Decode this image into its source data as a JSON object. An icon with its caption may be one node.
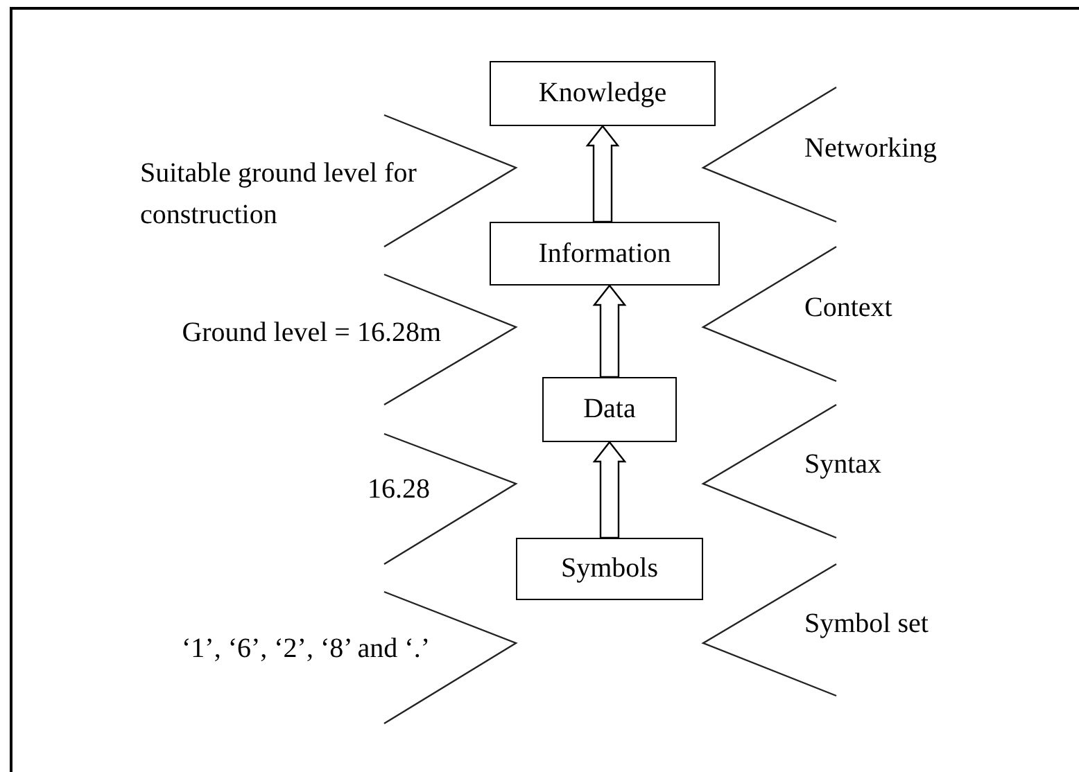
{
  "diagram": {
    "nodes": [
      {
        "text": [
          "Knowledge"
        ]
      },
      {
        "text": [
          "Information"
        ]
      },
      {
        "text": [
          "Data"
        ]
      },
      {
        "text": [
          "Symbols"
        ]
      }
    ],
    "edges": [
      {
        "from": 3,
        "to": 2,
        "arrow": "to"
      },
      {
        "from": 2,
        "to": 1,
        "arrow": "to"
      },
      {
        "from": 1,
        "to": 0,
        "arrow": "to"
      }
    ],
    "labels": [
      "Suitable ground level for construction",
      "Networking",
      "Ground level = 16.28m",
      "Context",
      "16.28",
      "Syntax",
      "‘1’, ‘6’, ‘2’, ‘8’ and ‘.’",
      "Symbol set"
    ]
  }
}
